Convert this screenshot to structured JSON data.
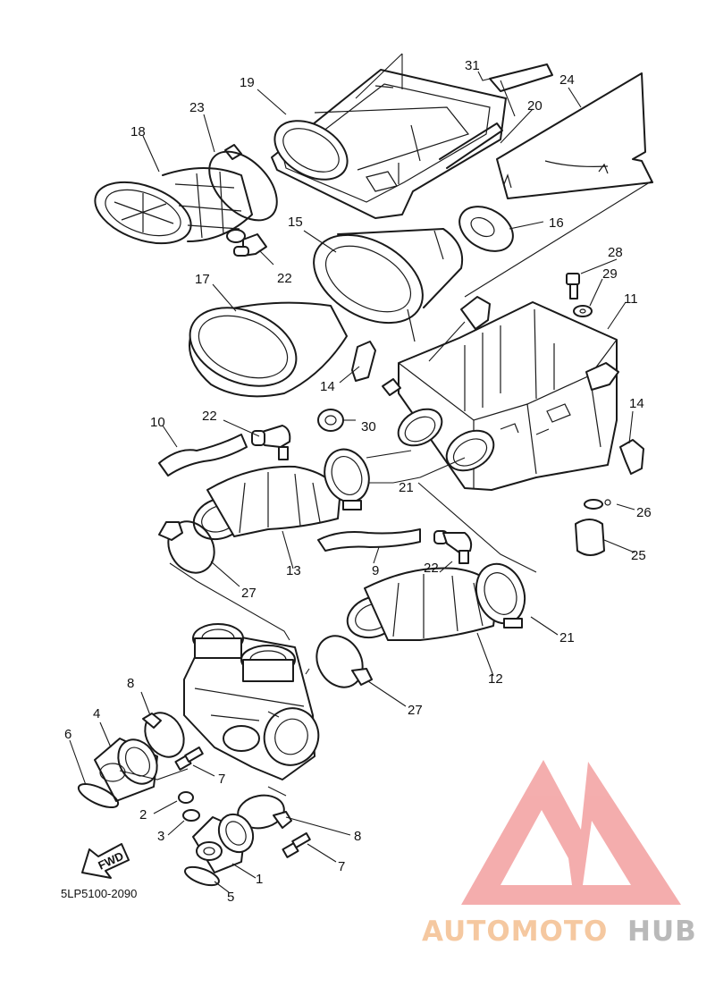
{
  "diagram": {
    "code_label": "5LP5100-2090",
    "fwd_label": "FWD",
    "callouts": [
      "31",
      "24",
      "19",
      "20",
      "23",
      "18",
      "15",
      "16",
      "22",
      "28",
      "29",
      "17",
      "11",
      "14",
      "22",
      "30",
      "10",
      "21",
      "14",
      "26",
      "13",
      "9",
      "22",
      "27",
      "25",
      "21",
      "12",
      "8",
      "27",
      "4",
      "6",
      "7",
      "2",
      "3",
      "8",
      "7",
      "1",
      "5"
    ]
  },
  "watermark": {
    "text_a": "AUTOMOTO",
    "text_b": "HUB",
    "color_logo": "#f3a5a5",
    "color_a": "#f5c8a0",
    "color_b": "#b9b9b9"
  }
}
